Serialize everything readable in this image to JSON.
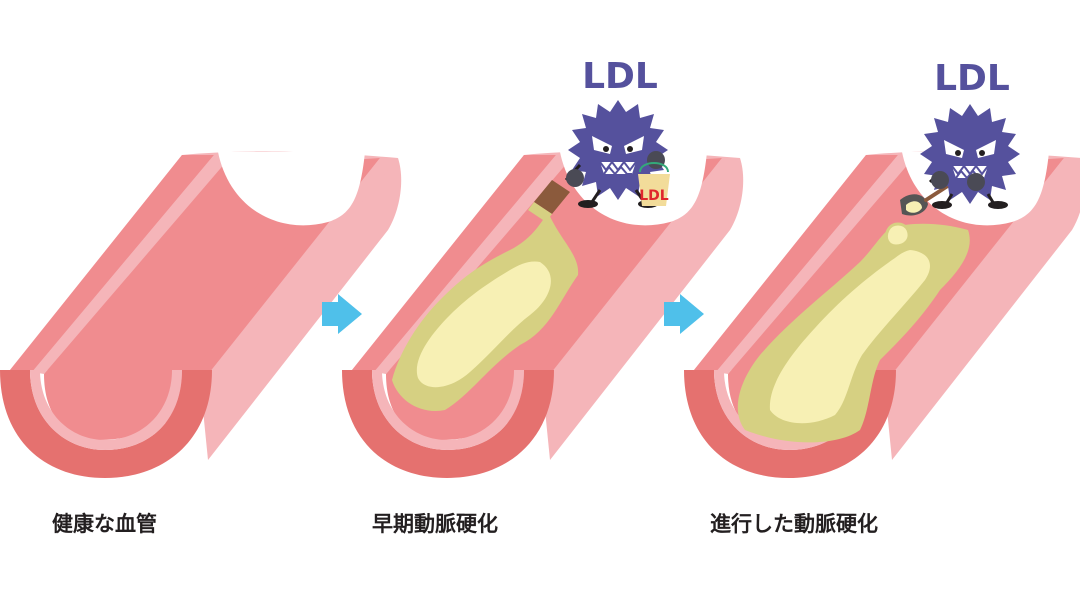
{
  "colors": {
    "wall_dark": "#e5716f",
    "wall_mid": "#f08c8f",
    "wall_light": "#f5b5b9",
    "wall_pale": "#fbdcdc",
    "plaque_outer": "#d6d082",
    "plaque_inner": "#f7f0b4",
    "arrow": "#4fc0ea",
    "monster": "#55519d",
    "bucket": "#f2dc9a",
    "bucket_text": "#e0262d"
  },
  "stages": [
    {
      "caption": "健康な血管",
      "plaque": "none"
    },
    {
      "caption": "早期動脈硬化",
      "plaque": "early",
      "monster_label": "LDL",
      "bucket_label": "LDL"
    },
    {
      "caption": "進行した動脈硬化",
      "plaque": "advanced",
      "monster_label": "LDL"
    }
  ],
  "icons": {
    "arrow_1": "right-arrow-icon",
    "arrow_2": "right-arrow-icon",
    "monster_1": "virus-monster-icon",
    "monster_2": "virus-monster-icon"
  }
}
